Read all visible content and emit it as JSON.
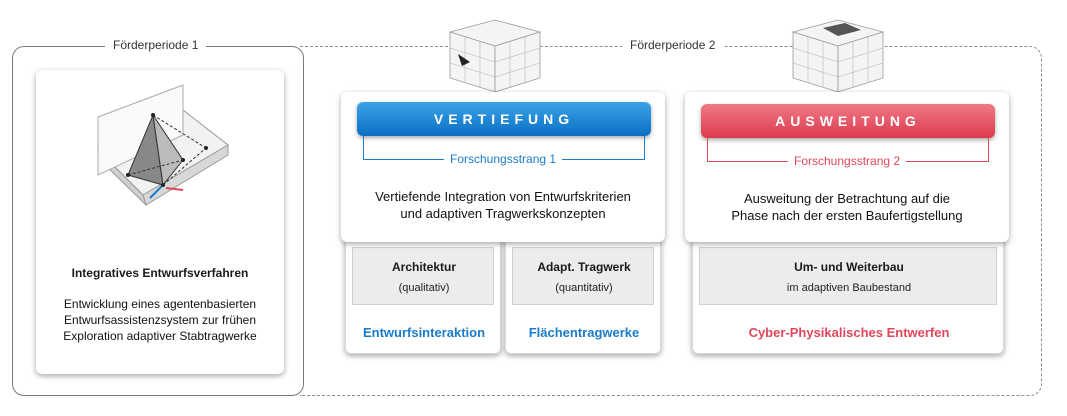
{
  "periods": {
    "p1_label": "Förderperiode 1",
    "p2_label": "Förderperiode 2"
  },
  "left_card": {
    "title": "Integratives Entwurfsverfahren",
    "lines": [
      "Entwicklung eines agentenbasierten",
      "Entwurfsassistenzsystem zur frühen",
      "Exploration adaptiver  Stabtragwerke"
    ]
  },
  "vertiefung": {
    "banner": "VERTIEFUNG",
    "strand": "Forschungsstrang 1",
    "desc_lines": [
      "Vertiefende Integration von Entwurfskriterien",
      "und adaptiven Tragwerkskonzepten"
    ],
    "sub": [
      {
        "title": "Architektur",
        "note": "(qualitativ)",
        "topic": "Entwurfsinteraktion"
      },
      {
        "title": "Adapt. Tragwerk",
        "note": "(quantitativ)",
        "topic": "Flächentragwerke"
      }
    ]
  },
  "ausweitung": {
    "banner": "AUSWEITUNG",
    "strand": "Forschungsstrang 2",
    "desc_lines": [
      "Ausweitung der Betrachtung auf die",
      "Phase nach der ersten Baufertigstellung"
    ],
    "sub": {
      "title": "Um- und Weiterbau",
      "note": "im adaptiven  Baubestand",
      "topic": "Cyber-Physikalisches  Entwerfen"
    }
  },
  "colors": {
    "blue_accent": "#1a7cc8",
    "red_accent": "#e0475a",
    "blue_topic": "#1a7cc8",
    "red_topic": "#e0475a"
  }
}
